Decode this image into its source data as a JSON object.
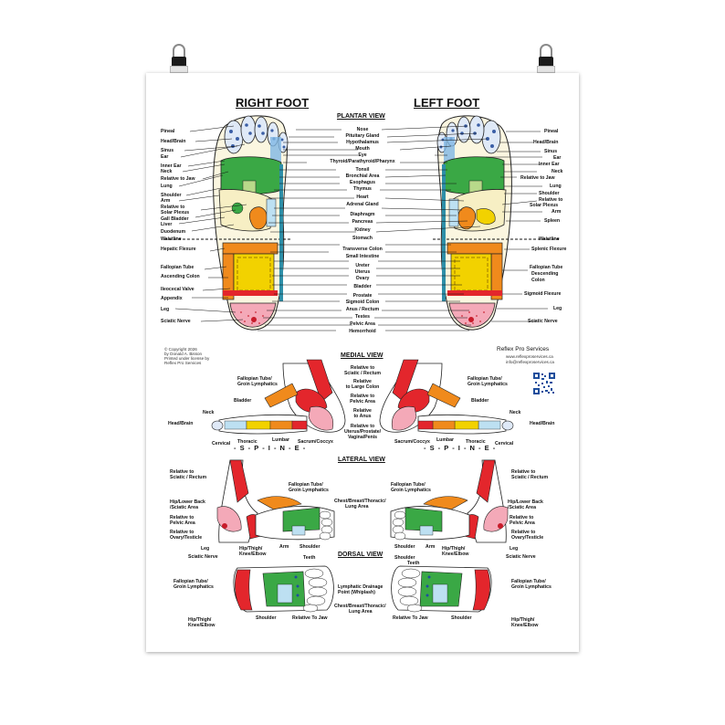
{
  "headers": {
    "right_foot": "RIGHT FOOT",
    "left_foot": "LEFT FOOT"
  },
  "sections": {
    "plantar": "PLANTAR VIEW",
    "medial": "MEDIAL VIEW",
    "lateral": "LATERAL VIEW",
    "dorsal": "DORSAL VIEW"
  },
  "plantar_left_labels": [
    "Pineal",
    "Head/Brain",
    "Sinus",
    "Ear",
    "Inner Ear",
    "Neck",
    "Relative to Jaw",
    "Lung",
    "Shoulder",
    "Arm",
    "Relative to",
    "Solar Plexus",
    "Gall Bladder",
    "Liver",
    "Duodenum",
    "Waistline",
    "Hepatic Flexure",
    "Fallopian Tube",
    "Ascending Colon",
    "Ileocecal Valve",
    "Appendix",
    "Leg",
    "Sciatic Nerve"
  ],
  "plantar_center_labels": [
    "Nose",
    "Pituitary Gland",
    "Hypothalamus",
    "Mouth",
    "Eye",
    "Thyroid/Parathyroid/Pharynx",
    "Tonsil",
    "Bronchial Area",
    "Esophagus",
    "Thymus",
    "Heart",
    "Adrenal Gland",
    "Diaphragm",
    "Pancreas",
    "Kidney",
    "Stomach",
    "Transverse Colon",
    "Small Intestine",
    "Ureter",
    "Uterus",
    "Ovary",
    "Bladder",
    "Prostate",
    "Sigmoid Colon",
    "Anus / Rectum",
    "Testes",
    "Pelvic Area",
    "Hemorrhoid"
  ],
  "plantar_right_labels": [
    "Pineal",
    "Head/Brain",
    "Sinus",
    "Ear",
    "Inner Ear",
    "Neck",
    "Relative to Jaw",
    "Lung",
    "Shoulder",
    "Relative to",
    "Solar Plexus",
    "Arm",
    "Spleen",
    "Waistline",
    "Splenic Flexure",
    "Fallopian Tube",
    "Descending",
    "Colon",
    "Sigmoid Flexure",
    "Leg",
    "Sciatic Nerve"
  ],
  "copyright": [
    "© Copyright 2026",
    "by Donald A. Bisson",
    "Printed under license by",
    "Reflex Pro Services"
  ],
  "brand": {
    "name": "Reflex Pro Services",
    "url": "www.reflexproservices.ca",
    "email": "info@reflexproservices.ca"
  },
  "medial_left_labels": [
    "Fallopian Tube/",
    "Groin Lymphatics",
    "Bladder",
    "Neck",
    "Head/Brain",
    "Cervical",
    "Thoracic",
    "Lumbar",
    "Sacrum/Coccyx"
  ],
  "medial_center_labels": [
    "Relative to",
    "Sciatic / Rectum",
    "Relative",
    "to Large Colon",
    "Relative to",
    "Pelvic Area",
    "Relative",
    "to Anus",
    "Relative to",
    "Uterus/Prostate/",
    "Vagina/Penis"
  ],
  "medial_right_labels": [
    "Fallopian Tube/",
    "Groin Lymphatics",
    "Bladder",
    "Neck",
    "Head/Brain",
    "Sacrum/Coccyx",
    "Lumbar",
    "Thoracic",
    "Cervical"
  ],
  "spine": "- S - P - I - N - E -",
  "lateral_labels": [
    "Relative to",
    "Sciatic / Rectum",
    "Fallopian Tube/",
    "Groin Lymphatics",
    "Chest/Breast/Thoracic/",
    "Lung Area",
    "Hip/Lower Back",
    "/Sciatic Area",
    "Relative to",
    "Pelvic Area",
    "Relative to",
    "Ovary/Testicle",
    "Leg",
    "Sciatic Nerve",
    "Hip/Thigh/",
    "Knee/Elbow",
    "Arm",
    "Shoulder"
  ],
  "lateral_right_labels": [
    "Relative to",
    "Sciatic / Rectum",
    "Fallopian Tube/",
    "Groin Lymphatics",
    "Hip/Lower Back",
    "/Sciatic Area",
    "Relative to",
    "Pelvic Area",
    "Relative to",
    "Ovary/Testicle",
    "Leg",
    "Sciatic Nerve",
    "Hip/Thigh/",
    "Knee/Elbow",
    "Arm",
    "Shoulder"
  ],
  "dorsal_labels": [
    "Teeth",
    "Fallopian Tube/",
    "Groin Lymphatics",
    "Lymphatic Drainage",
    "Point (Whiplash)",
    "Chest/Breast/Thoracic/",
    "Lung Area",
    "Hip/Thigh/",
    "Knee/Elbow",
    "Shoulder",
    "Relative To Jaw"
  ],
  "dorsal_right_labels": [
    "Shoulder",
    "Teeth",
    "Fallopian Tube/",
    "Groin Lymphatics",
    "Hip/Thigh/",
    "Knee/Elbow",
    "Relative To Jaw",
    "Shoulder"
  ],
  "colors": {
    "green": "#3aa845",
    "yellow": "#f2d200",
    "orange": "#f08a1c",
    "red": "#e3262c",
    "blue": "#6fa8dc",
    "pink": "#f4a9b8",
    "cream": "#f7efc4",
    "darkred": "#c81b2a",
    "teal": "#2e8fa8"
  }
}
